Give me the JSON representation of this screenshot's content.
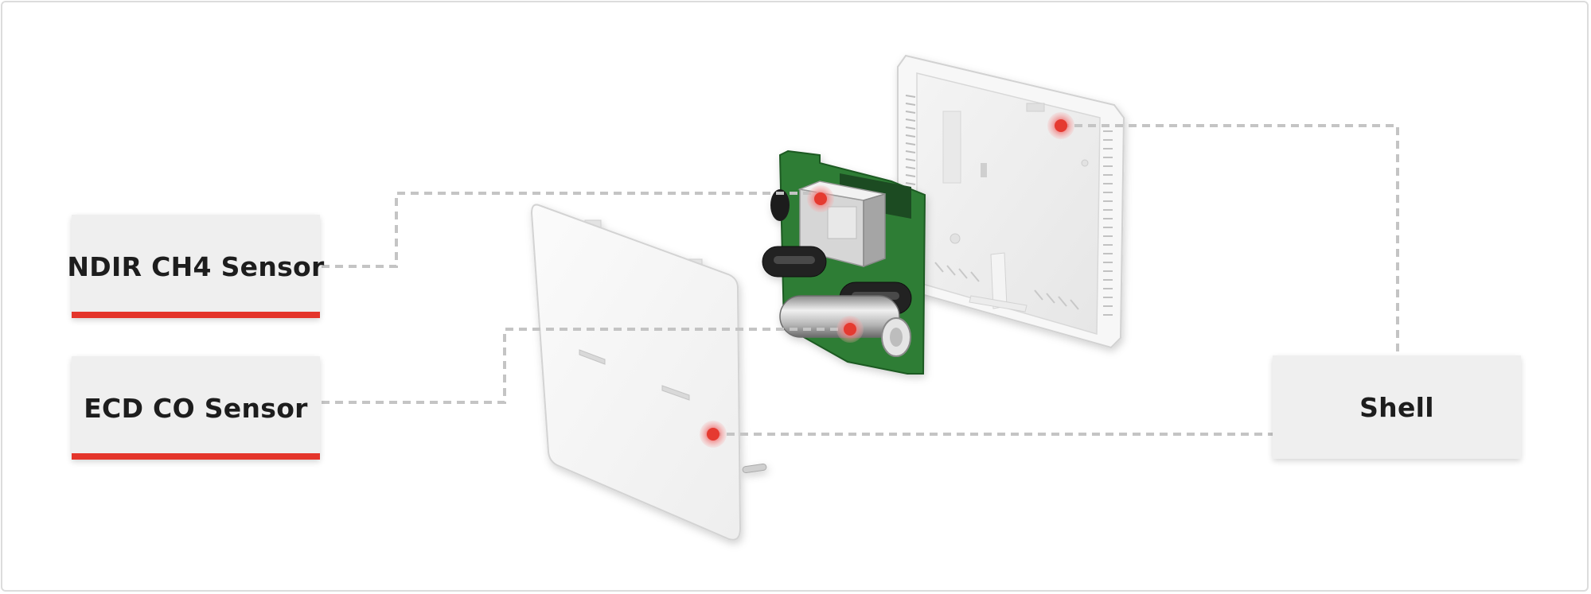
{
  "labels": {
    "ndir": "NDIR CH4 Sensor",
    "ecd": "ECD CO Sensor",
    "shell": "Shell"
  },
  "colors": {
    "accent": "#e4352b",
    "marker": "#e53a30",
    "connector": "#c4c4c4",
    "label_bg": "#efefef",
    "pcb": "#2f7d34"
  },
  "icons": {
    "marker": "red-dot-marker-icon"
  }
}
